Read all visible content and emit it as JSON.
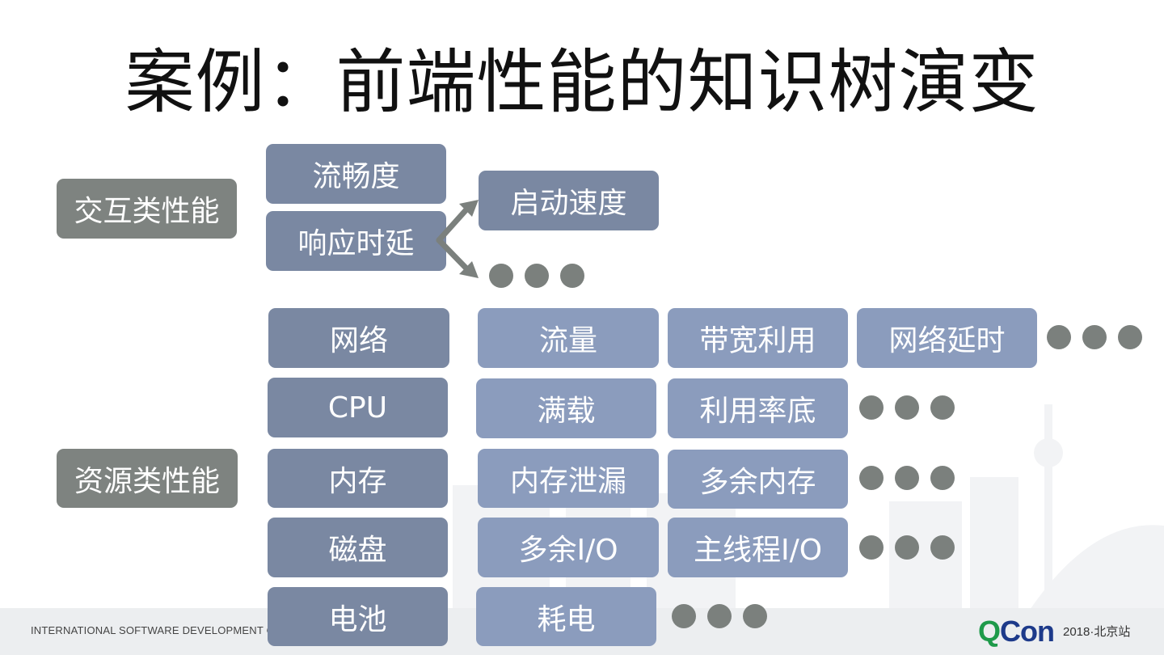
{
  "title": "案例：前端性能的知识树演变",
  "categories": {
    "interactive": "交互类性能",
    "resource": "资源类性能"
  },
  "interactive": {
    "smoothness": "流畅度",
    "latency": "响应时延",
    "startup": "启动速度"
  },
  "resource_rows": [
    {
      "root": "网络",
      "items": [
        "流量",
        "带宽利用",
        "网络延时"
      ]
    },
    {
      "root": "CPU",
      "items": [
        "满载",
        "利用率底"
      ]
    },
    {
      "root": "内存",
      "items": [
        "内存泄漏",
        "多余内存"
      ]
    },
    {
      "root": "磁盘",
      "items": [
        "多余I/O",
        "主线程I/O"
      ]
    },
    {
      "root": "电池",
      "items": [
        "耗电"
      ]
    }
  ],
  "footer": {
    "conference_text": "INTERNATIONAL SOFTWARE DEVELOPMENT CON",
    "logo_q": "Q",
    "logo_con": "Con",
    "logo_sub": "2018·北京站"
  },
  "colors": {
    "category": "#7e8380",
    "root_box": "#7a88a2",
    "leaf_box": "#8b9cbd",
    "dots": "#7b807d"
  }
}
